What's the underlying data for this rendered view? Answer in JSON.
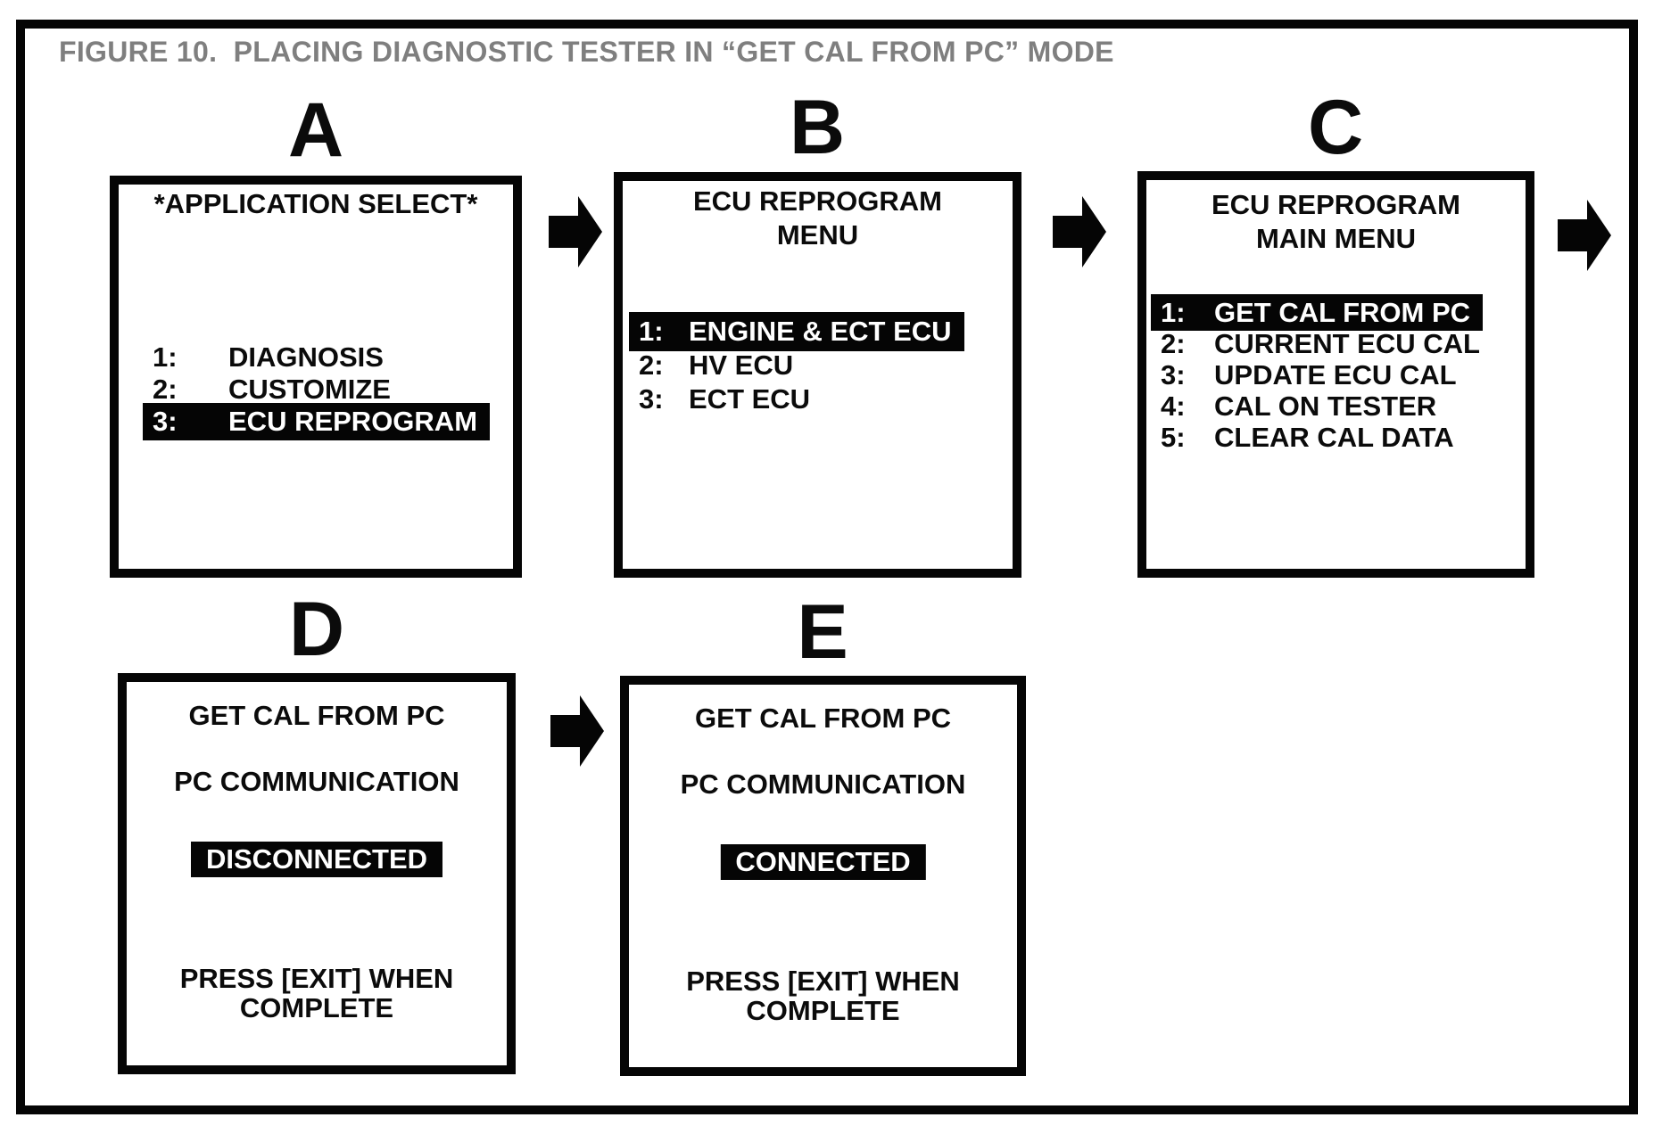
{
  "figure_title": "FIGURE 10.  PLACING DIAGNOSTIC TESTER IN “GET CAL FROM PC” MODE",
  "colors": {
    "ink": "#0b0b0b",
    "frame": "#050505",
    "title_gray": "#7f7f7f",
    "highlight_bg": "#000000",
    "highlight_text": "#ffffff",
    "background": "#ffffff"
  },
  "icons": {
    "flow_arrow": "right-block-arrow"
  },
  "screens": [
    {
      "label": "A",
      "title_lines": [
        "*APPLICATION SELECT*"
      ],
      "items": [
        {
          "num": "1:",
          "label": "DIAGNOSIS",
          "highlighted": false
        },
        {
          "num": "2:",
          "label": "CUSTOMIZE",
          "highlighted": false
        },
        {
          "num": "3:",
          "label": "ECU REPROGRAM",
          "highlighted": true
        }
      ]
    },
    {
      "label": "B",
      "title_lines": [
        "ECU REPROGRAM",
        "MENU"
      ],
      "items": [
        {
          "num": "1:",
          "label": "ENGINE & ECT ECU",
          "highlighted": true
        },
        {
          "num": "2:",
          "label": "HV ECU",
          "highlighted": false
        },
        {
          "num": "3:",
          "label": "ECT ECU",
          "highlighted": false
        }
      ]
    },
    {
      "label": "C",
      "title_lines": [
        "ECU REPROGRAM",
        "MAIN MENU"
      ],
      "items": [
        {
          "num": "1:",
          "label": "GET CAL FROM PC",
          "highlighted": true
        },
        {
          "num": "2:",
          "label": "CURRENT ECU CAL",
          "highlighted": false
        },
        {
          "num": "3:",
          "label": "UPDATE ECU CAL",
          "highlighted": false
        },
        {
          "num": "4:",
          "label": "CAL ON TESTER",
          "highlighted": false
        },
        {
          "num": "5:",
          "label": "CLEAR CAL DATA",
          "highlighted": false
        }
      ]
    },
    {
      "label": "D",
      "lines": [
        "GET CAL FROM PC",
        "PC COMMUNICATION"
      ],
      "status": "DISCONNECTED",
      "footer_lines": [
        "PRESS [EXIT] WHEN",
        "COMPLETE"
      ]
    },
    {
      "label": "E",
      "lines": [
        "GET CAL FROM PC",
        "PC COMMUNICATION"
      ],
      "status": "CONNECTED",
      "footer_lines": [
        "PRESS [EXIT] WHEN",
        "COMPLETE"
      ]
    }
  ]
}
